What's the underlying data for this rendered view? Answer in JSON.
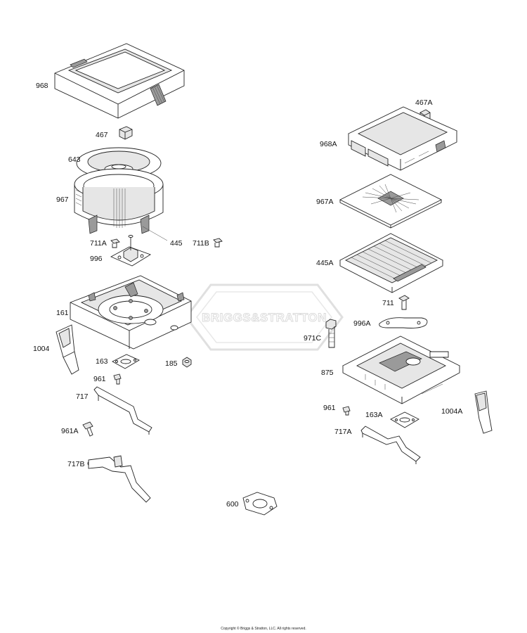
{
  "watermark": "BRIGGS&STRATTON",
  "copyright": "Copyright © Briggs & Stratton, LLC. All rights reserved.",
  "labels": {
    "p968": "968",
    "p467": "467",
    "p643": "643",
    "p967": "967",
    "p445": "445",
    "p711A": "711A",
    "p711B": "711B",
    "p996": "996",
    "p161": "161",
    "p1004": "1004",
    "p163": "163",
    "p185": "185",
    "p961L": "961",
    "p717": "717",
    "p961A": "961A",
    "p717B": "717B",
    "p600": "600",
    "p467A": "467A",
    "p968A": "968A",
    "p967A": "967A",
    "p445A": "445A",
    "p711": "711",
    "p996A": "996A",
    "p971C": "971C",
    "p875": "875",
    "p961R": "961",
    "p163A": "163A",
    "p1004A": "1004A",
    "p717A": "717A"
  }
}
